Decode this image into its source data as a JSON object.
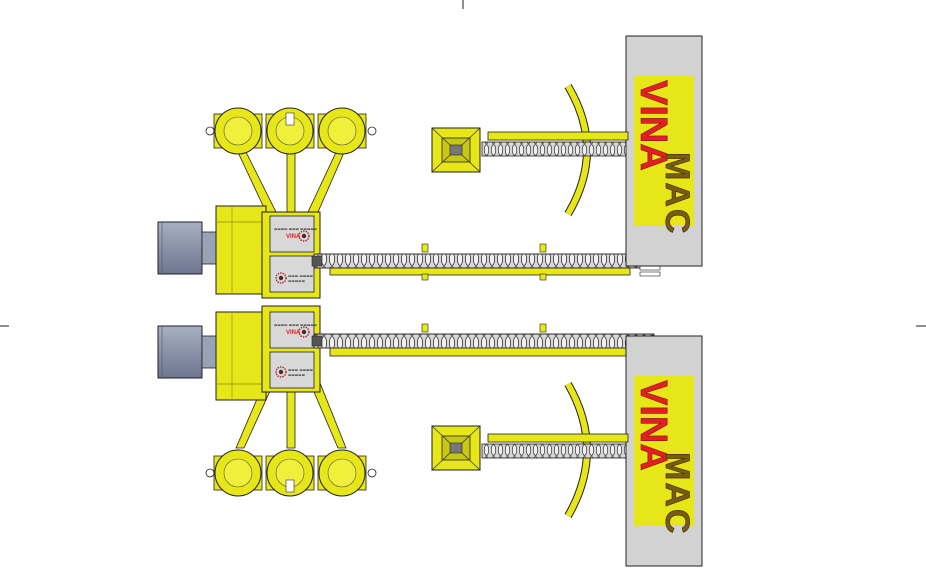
{
  "drawing": {
    "type": "CAD top view",
    "units": [
      {
        "id": "upper",
        "brand_text": "VINA",
        "brand_subtext": "MAC",
        "control_box_brand": "VINA"
      },
      {
        "id": "lower",
        "brand_text": "VINA",
        "brand_subtext": "MAC",
        "control_box_brand": "VINA"
      }
    ],
    "colors": {
      "machine_yellow": "#e6e619",
      "yellow_shadow": "#8c8c0a",
      "brand_red": "#e22020",
      "panel_gray": "#d2d2d2",
      "motor_gray": "#8a92a8",
      "screw_gray": "#cfcfcf",
      "outline": "#222222"
    }
  }
}
